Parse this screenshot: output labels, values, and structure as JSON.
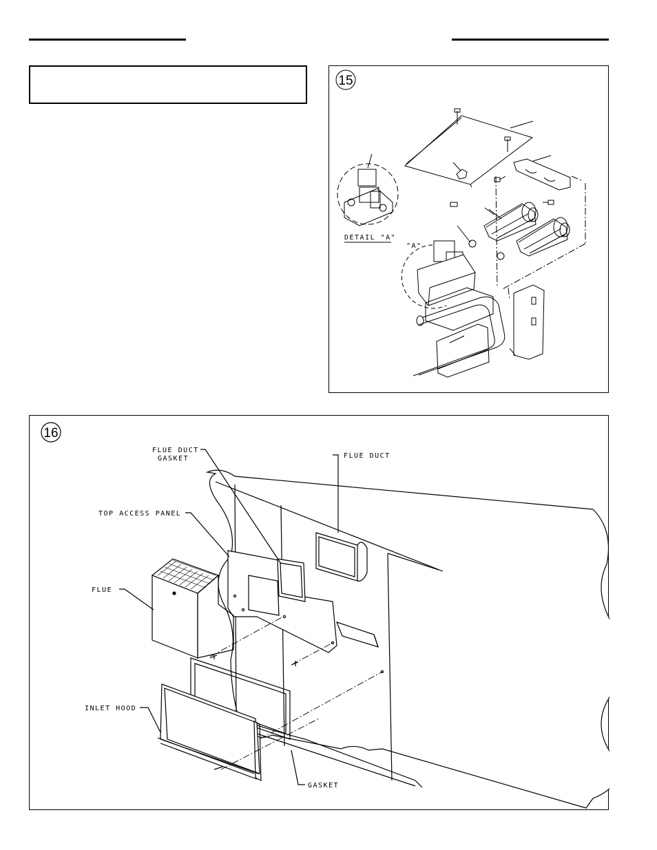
{
  "figure15": {
    "number": "15",
    "detail_label": "DETAIL \"A\"",
    "callout_label": "\"A\""
  },
  "figure16": {
    "number": "16",
    "labels": {
      "flue_duct_gasket_line1": "FLUE DUCT",
      "flue_duct_gasket_line2": "GASKET",
      "flue_duct": "FLUE DUCT",
      "top_access_panel": "TOP ACCESS PANEL",
      "flue": "FLUE",
      "inlet_hood": "INLET HOOD",
      "gasket": "GASKET"
    }
  }
}
